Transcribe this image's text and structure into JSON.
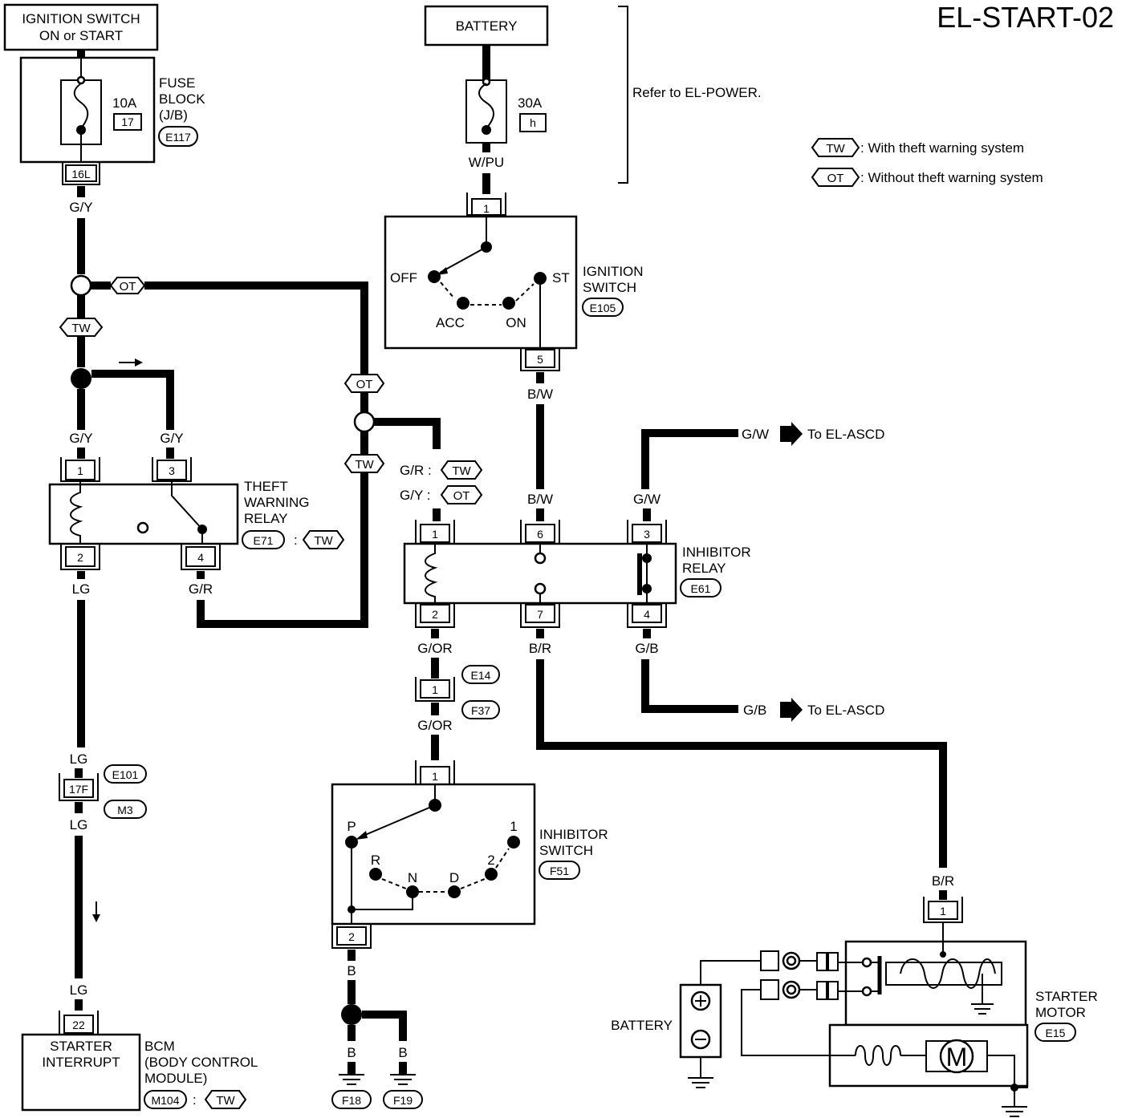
{
  "page_id": "EL-START-02",
  "legend": [
    {
      "tag": "TW",
      "text": ": With theft warning system"
    },
    {
      "tag": "OT",
      "text": ": Without theft warning system"
    }
  ],
  "refer_note": "Refer to EL-POWER.",
  "boxes": {
    "ign_source_l1": "IGNITION SWITCH",
    "ign_source_l2": "ON or START",
    "battery_top": "BATTERY",
    "bcm_box_l1": "STARTER",
    "bcm_box_l2": "INTERRUPT"
  },
  "components": {
    "fuse_block": {
      "l1": "FUSE",
      "l2": "BLOCK",
      "l3": "(J/B)",
      "conn": "E117",
      "amp": "10A",
      "num": "17",
      "term": "16L"
    },
    "fuse_30a": {
      "amp": "30A",
      "num": "h"
    },
    "ignition_switch": {
      "l1": "IGNITION",
      "l2": "SWITCH",
      "conn": "E105",
      "off": "OFF",
      "acc": "ACC",
      "on": "ON",
      "st": "ST",
      "pin_in": "1",
      "pin_out": "5"
    },
    "theft_relay": {
      "l1": "THEFT",
      "l2": "WARNING",
      "l3": "RELAY",
      "conn": "E71",
      "colon": ":",
      "tag": "TW",
      "pins": [
        "1",
        "3",
        "2",
        "4"
      ]
    },
    "inhibitor_relay": {
      "l1": "INHIBITOR",
      "l2": "RELAY",
      "conn": "E61",
      "pins": [
        "1",
        "6",
        "3",
        "2",
        "7",
        "4"
      ]
    },
    "connector_e14": {
      "pin": "1",
      "top": "E14",
      "bottom": "F37"
    },
    "connector_e101": {
      "pin": "17F",
      "top": "E101",
      "bottom": "M3"
    },
    "inhibitor_switch": {
      "l1": "INHIBITOR",
      "l2": "SWITCH",
      "conn": "F51",
      "positions": [
        "P",
        "R",
        "N",
        "D",
        "2",
        "1"
      ],
      "pin_in": "1",
      "pin_out": "2"
    },
    "bcm": {
      "l1": "BCM",
      "l2": "(BODY CONTROL",
      "l3": "MODULE)",
      "conn": "M104",
      "colon": ":",
      "tag": "TW",
      "pin": "22"
    },
    "starter_motor": {
      "l1": "STARTER",
      "l2": "MOTOR",
      "conn": "E15",
      "pin": "1",
      "motor": "M"
    },
    "battery_bottom": "BATTERY",
    "grounds": [
      "F18",
      "F19"
    ]
  },
  "wires": {
    "w_pu": "W/PU",
    "g_y_1": "G/Y",
    "g_y_2": "G/Y",
    "g_y_3": "G/Y",
    "lg_1": "LG",
    "lg_2": "LG",
    "lg_3": "LG",
    "lg_4": "LG",
    "g_r_relay": "G/R",
    "g_r_tw": "G/R :",
    "g_y_ot": "G/Y :",
    "b_w_1": "B/W",
    "b_w_2": "B/W",
    "g_w_1": "G/W",
    "g_w_2": "G/W",
    "g_b_1": "G/B",
    "g_b_2": "G/B",
    "g_or_1": "G/OR",
    "g_or_2": "G/OR",
    "b_r_1": "B/R",
    "b_r_2": "B/R",
    "b_1": "B",
    "b_2": "B",
    "b_3": "B"
  },
  "tags": {
    "ot": "OT",
    "tw": "TW"
  },
  "to_ascd_1": "To EL-ASCD",
  "to_ascd_2": "To EL-ASCD"
}
